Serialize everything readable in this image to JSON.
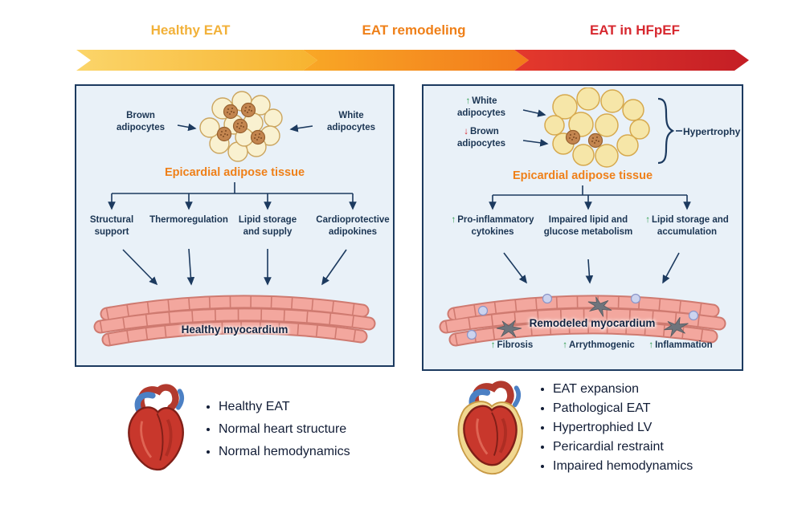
{
  "header": {
    "stages": [
      {
        "label": "Healthy EAT"
      },
      {
        "label": "EAT remodeling"
      },
      {
        "label": "EAT in HFpEF"
      }
    ]
  },
  "left_panel": {
    "brown_label": "Brown adipocytes",
    "white_label": "White adipocytes",
    "title": "Epicardial adipose tissue",
    "functions": [
      "Structural support",
      "Thermoregulation",
      "Lipid storage and supply",
      "Cardioprotective adipokines"
    ],
    "myocardium_label": "Healthy myocardium"
  },
  "right_panel": {
    "white_arrow": "↑",
    "white_label": "White adipocytes",
    "brown_arrow": "↓",
    "brown_label": "Brown adipocytes",
    "hypertrophy_label": "Hypertrophy",
    "title": "Epicardial adipose tissue",
    "branches": [
      {
        "prefix": "↑",
        "label": "Pro-inflammatory cytokines"
      },
      {
        "prefix": "",
        "label": "Impaired lipid and glucose metabolism"
      },
      {
        "prefix": "↑",
        "label": "Lipid storage and accumulation"
      }
    ],
    "myocardium_label": "Remodeled myocardium",
    "effects": [
      {
        "prefix": "↑",
        "label": "Fibrosis"
      },
      {
        "prefix": "↑",
        "label": "Arrythmogenic"
      },
      {
        "prefix": "↑",
        "label": "Inflammation"
      }
    ]
  },
  "bottom_left": {
    "bullets": [
      "Healthy EAT",
      "Normal heart structure",
      "Normal hemodynamics"
    ]
  },
  "bottom_right": {
    "bullets": [
      "EAT expansion",
      "Pathological EAT",
      "Hypertrophied LV",
      "Pericardial restraint",
      "Impaired hemodynamics"
    ]
  },
  "colors": {
    "stage_yellow": "#f2b139",
    "stage_orange": "#ef8019",
    "stage_red": "#d7282f",
    "navy": "#1c3a5f",
    "green_arrow": "#2f9e4f",
    "red_arrow": "#d7282f",
    "panel_bg": "#e9f1f8",
    "adipocyte_white": "#f8f0cf",
    "adipocyte_brown": "#c3854f",
    "myocardium_pink": "#f3a79e"
  }
}
